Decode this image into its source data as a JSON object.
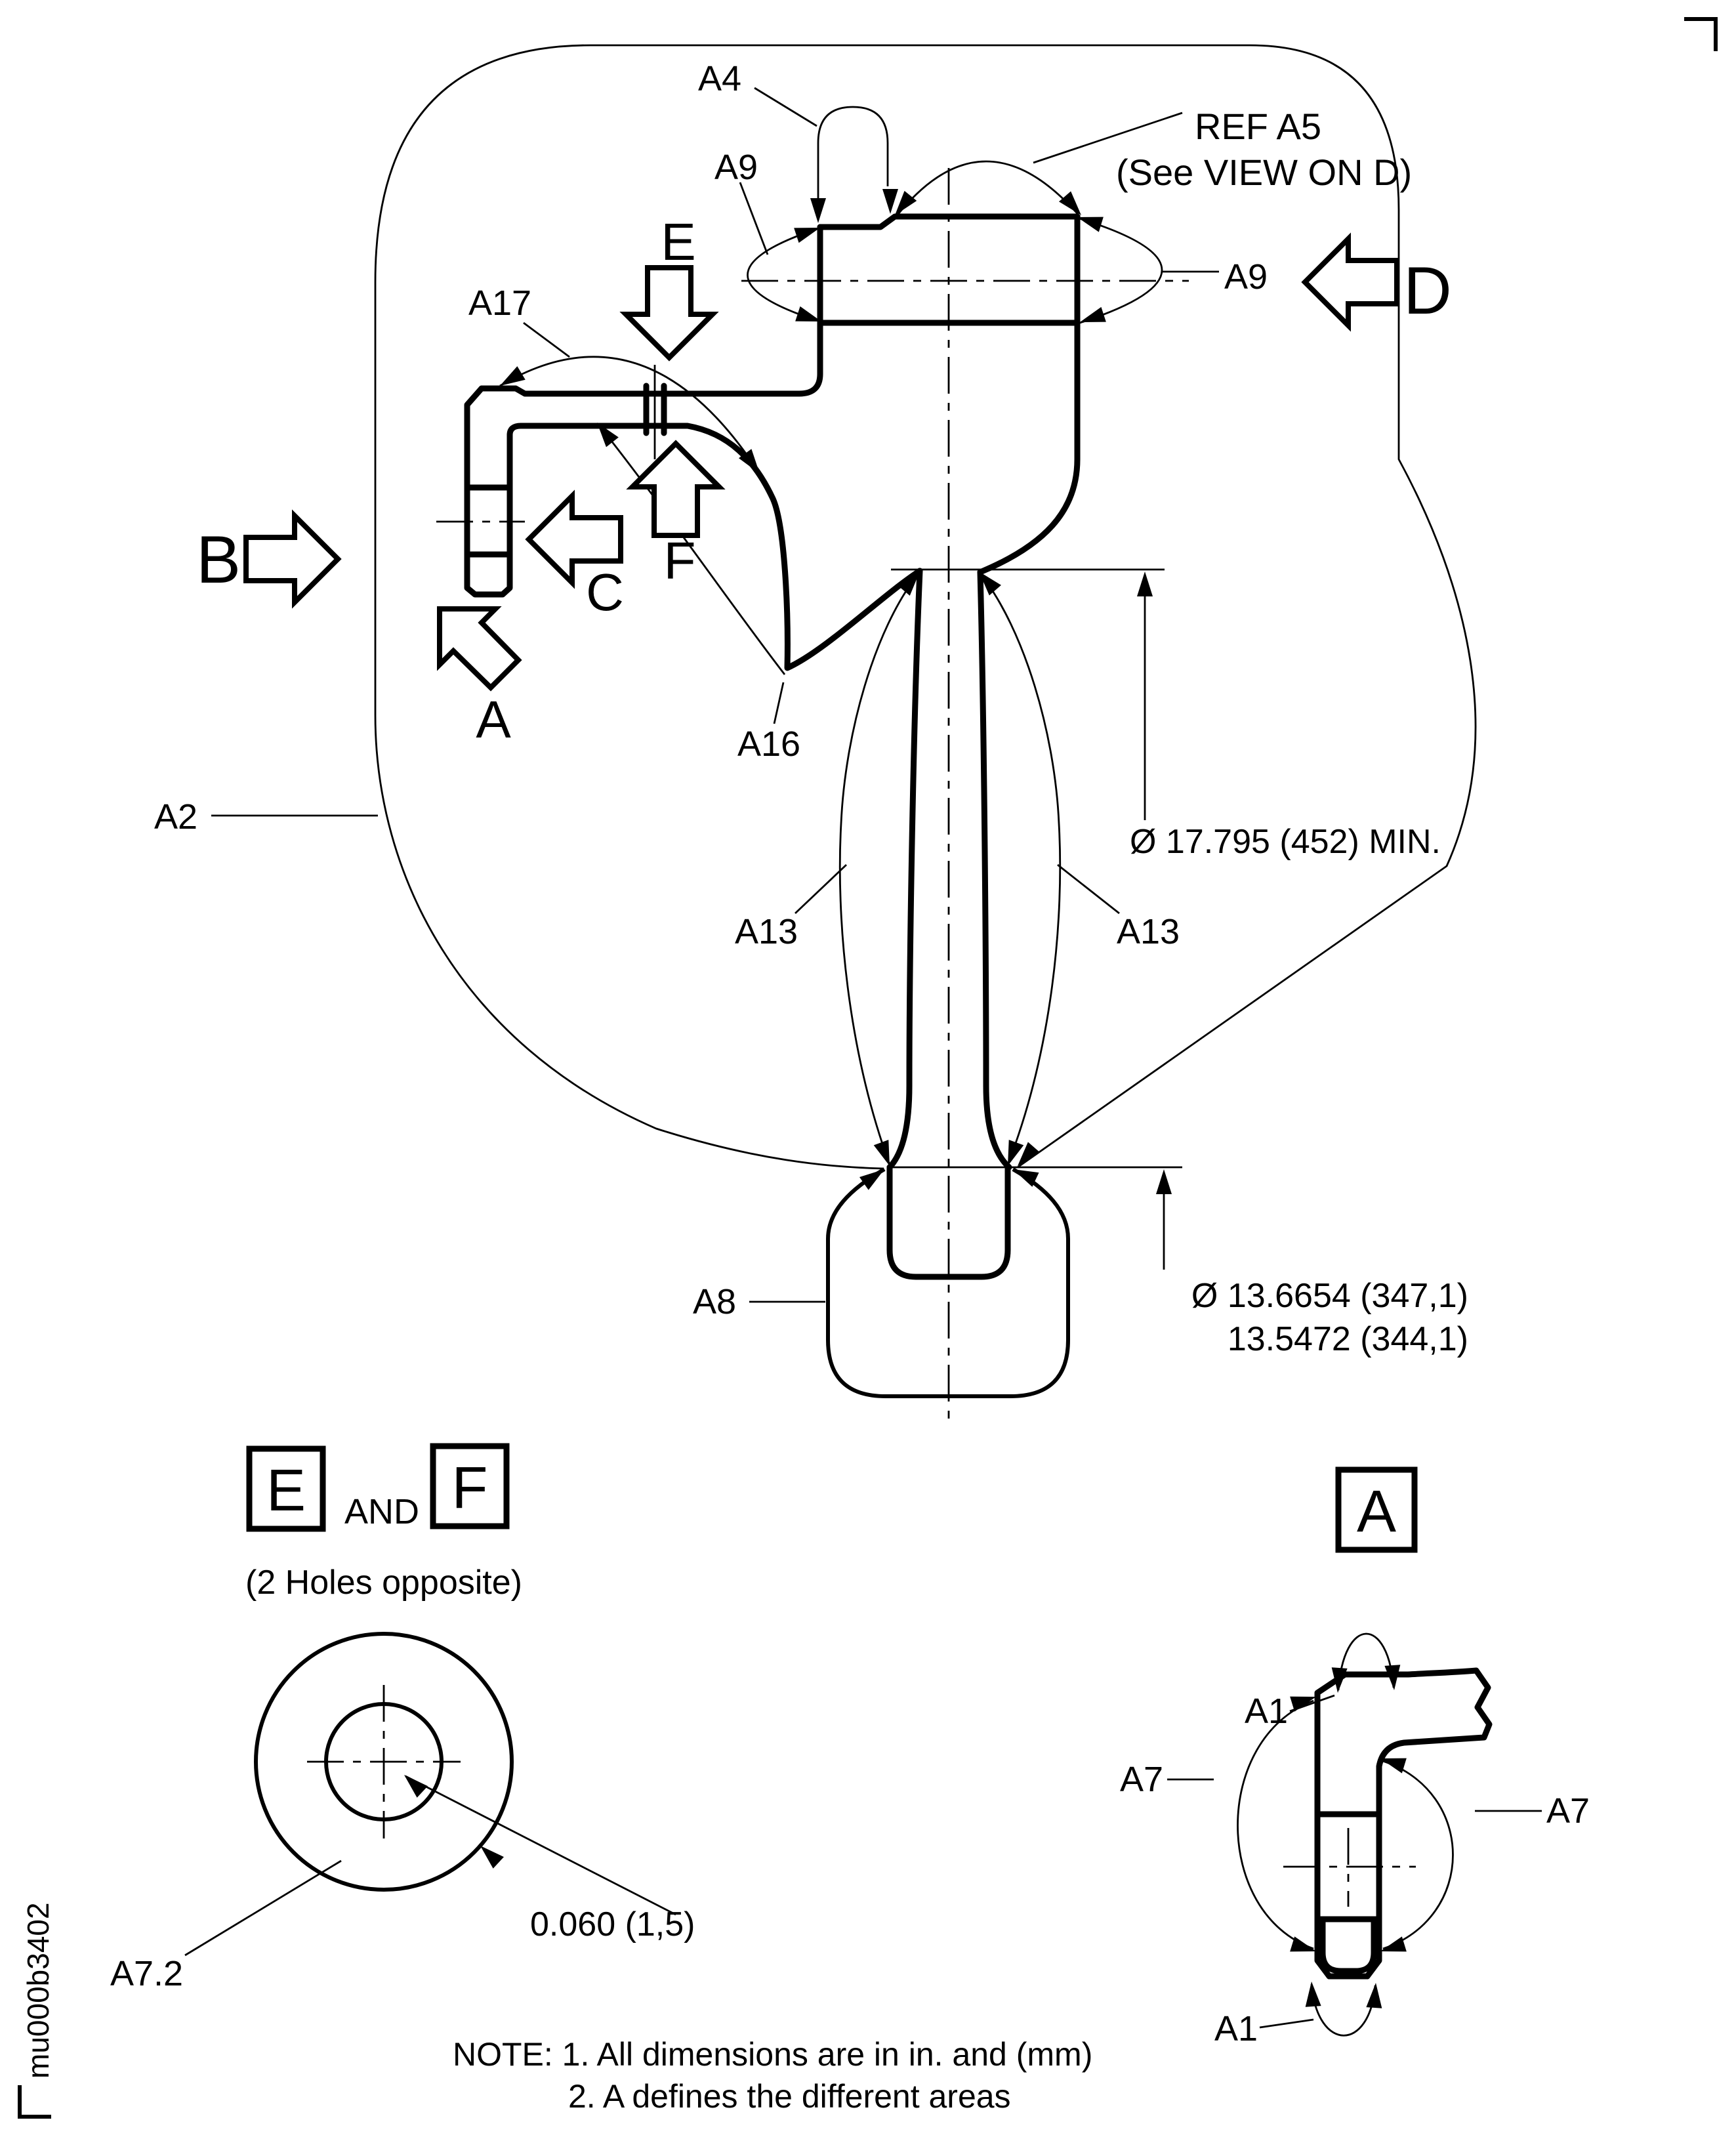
{
  "main": {
    "labels": {
      "a4": "A4",
      "a9_top": "A9",
      "a9_right": "A9",
      "a17": "A17",
      "a2": "A2",
      "a16": "A16",
      "a13_left": "A13",
      "a13_right": "A13",
      "a8": "A8"
    },
    "ref_note": {
      "line1": "REF A5",
      "line2": "(See VIEW ON D)"
    },
    "view_arrows": {
      "a": "A",
      "b": "B",
      "c": "C",
      "d": "D",
      "e": "E",
      "f": "F"
    },
    "dimensions": {
      "throat_min": "Ø 17.795 (452) MIN.",
      "tip_dia_line1": "Ø 13.6654 (347,1)",
      "tip_dia_line2": "13.5472 (344,1)"
    }
  },
  "detail_ef": {
    "view_e": "E",
    "conjunction": "AND",
    "view_f": "F",
    "caption": "(2 Holes opposite)",
    "chamfer_dim": "0.060 (1,5)",
    "area_label": "A7.2"
  },
  "detail_a": {
    "view_label": "A",
    "a1_top": "A1",
    "a1_bottom": "A1",
    "a7_left": "A7",
    "a7_right": "A7"
  },
  "notes": {
    "line1": "NOTE: 1. All dimensions are in in. and (mm)",
    "line2": "2. A defines the different areas"
  },
  "doc_number": "mu000b3402",
  "colors": {
    "ink": "#000000",
    "paper": "#ffffff"
  }
}
